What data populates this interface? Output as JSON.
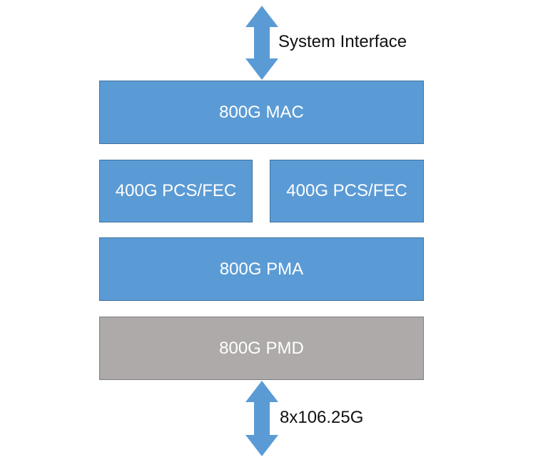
{
  "diagram": {
    "top_arrow_label": "System Interface",
    "bottom_arrow_label": "8x106.25G",
    "blocks": {
      "mac": "800G MAC",
      "pcs_left": "400G PCS/FEC",
      "pcs_right": "400G PCS/FEC",
      "pma": "800G PMA",
      "pmd": "800G PMD"
    },
    "colors": {
      "blue_block": "#5b9bd5",
      "gray_block": "#aeaaaa",
      "arrow": "#5b9bd5"
    }
  }
}
